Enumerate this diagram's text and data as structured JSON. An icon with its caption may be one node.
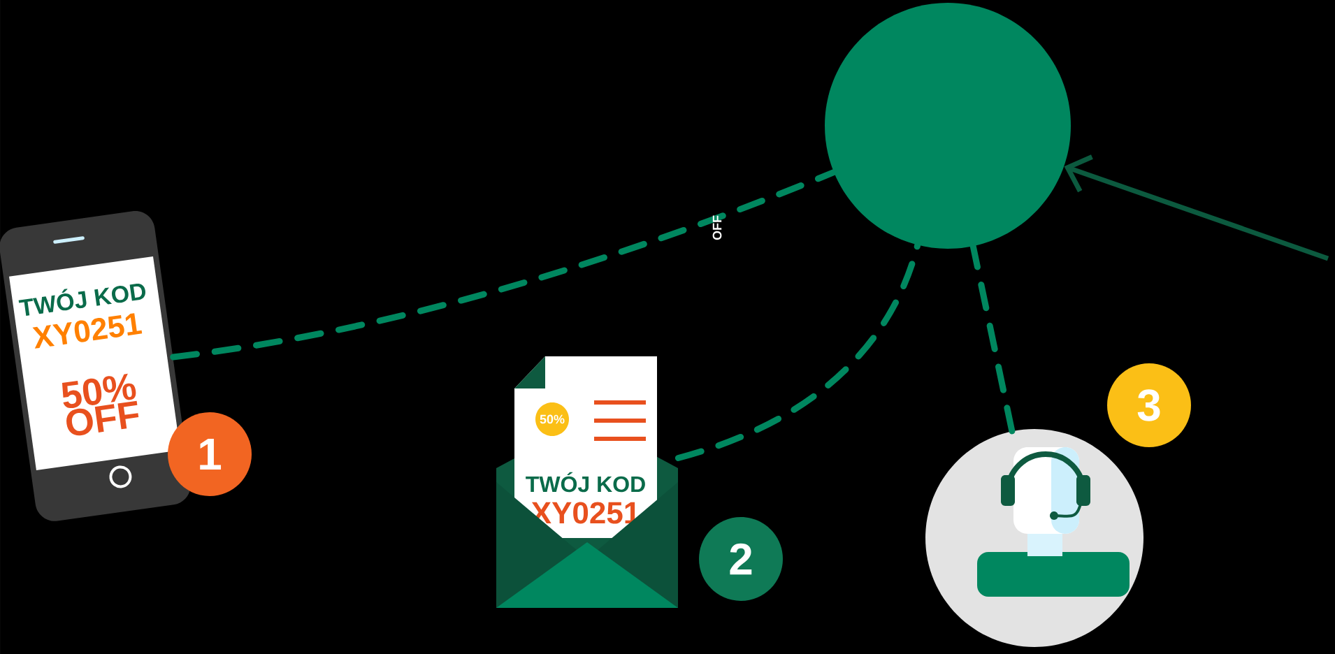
{
  "diagram": {
    "nodes": [
      {
        "text": [],
        "shape": "circle"
      },
      {
        "text": [
          "TWÓJ KOD",
          "XY0251",
          "50% OFF"
        ]
      },
      {
        "text": [
          "1"
        ]
      },
      {
        "text": [
          "50%",
          "TWÓJ KOD",
          "XY0251"
        ]
      },
      {
        "text": [
          "2"
        ]
      },
      {
        "text": [],
        "shape": "person"
      },
      {
        "text": [
          "3"
        ]
      }
    ],
    "edges": [
      {
        "from": 1,
        "to": 0,
        "arrow": "none",
        "style": "dashed"
      },
      {
        "from": 3,
        "to": 0,
        "arrow": "none",
        "style": "dashed"
      },
      {
        "from": 5,
        "to": 0,
        "arrow": "none",
        "style": "dashed"
      },
      {
        "from": null,
        "to": 0,
        "arrow": "to",
        "color": "#0c5a3f"
      }
    ],
    "labels": [
      "OFF"
    ]
  }
}
